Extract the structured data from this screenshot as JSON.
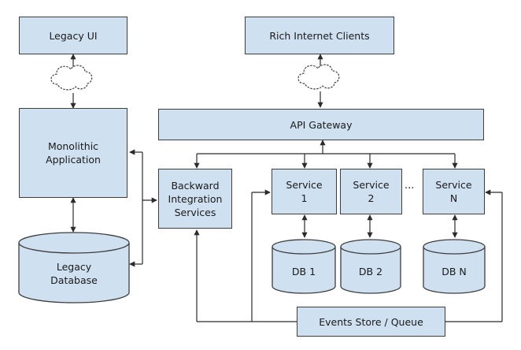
{
  "diagram": {
    "nodes": {
      "legacy_ui": "Legacy UI",
      "rich_clients": "Rich Internet Clients",
      "monolith": "Monolithic\nApplication",
      "api_gateway": "API Gateway",
      "backward": "Backward\nIntegration\nServices",
      "service1": "Service\n1",
      "service2": "Service\n2",
      "serviceN": "Service\nN",
      "legacy_db": "Legacy\nDatabase",
      "db1": "DB 1",
      "db2": "DB 2",
      "dbN": "DB N",
      "events": "Events Store / Queue"
    },
    "ellipsis": "..."
  },
  "colors": {
    "box_fill": "#cfe0f1",
    "stroke": "#3d3d3d",
    "cloud_fill": "#ffffff"
  }
}
